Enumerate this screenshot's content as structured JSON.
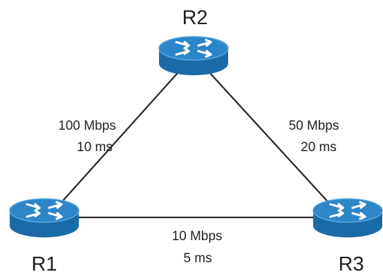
{
  "colors": {
    "router_top": "#2c86c8",
    "router_side": "#1b6aa8",
    "router_rim": "#5aa8de",
    "arrow": "#ffffff",
    "link": "#2a2a2a",
    "text": "#1e1e1e"
  },
  "routers": [
    {
      "id": "r1",
      "name": "R1",
      "icon": "router-icon"
    },
    {
      "id": "r2",
      "name": "R2",
      "icon": "router-icon"
    },
    {
      "id": "r3",
      "name": "R3",
      "icon": "router-icon"
    }
  ],
  "links": [
    {
      "from": "R1",
      "to": "R2",
      "bandwidth": "100 Mbps",
      "delay": "10 ms"
    },
    {
      "from": "R2",
      "to": "R3",
      "bandwidth": "50 Mbps",
      "delay": "20 ms"
    },
    {
      "from": "R1",
      "to": "R3",
      "bandwidth": "10 Mbps",
      "delay": "5 ms"
    }
  ]
}
